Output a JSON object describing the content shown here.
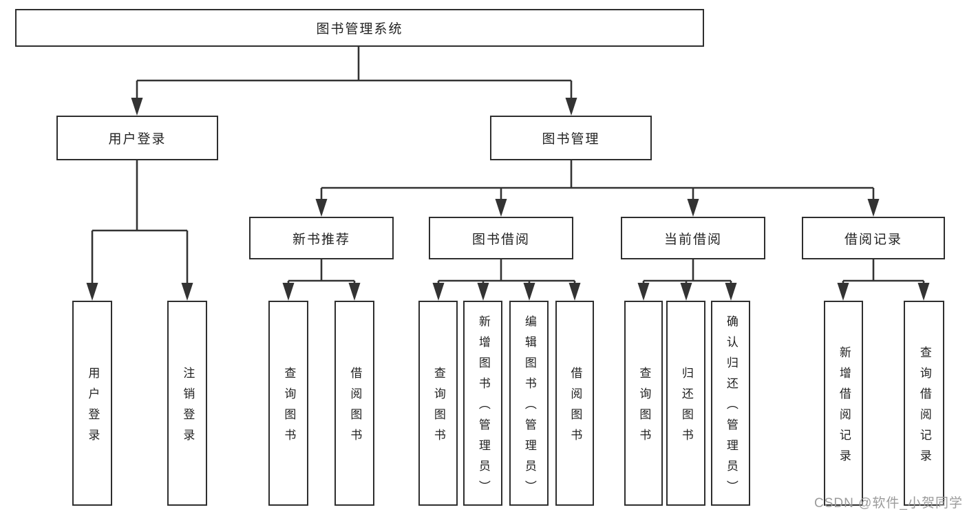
{
  "title": "图书管理系统",
  "watermark": "CSDN @软件_小贺同学",
  "colors": {
    "line": "#333333",
    "box_border": "#2e2e2e",
    "box_fill": "#ffffff",
    "text": "#222222",
    "watermark": "#9b9b9b",
    "background": "#ffffff"
  },
  "nodes": {
    "root": {
      "label": "图书管理系统"
    },
    "level2": [
      {
        "label": "用户登录"
      },
      {
        "label": "图书管理"
      }
    ],
    "level3": [
      {
        "label": "新书推荐",
        "parent": "图书管理"
      },
      {
        "label": "图书借阅",
        "parent": "图书管理"
      },
      {
        "label": "当前借阅",
        "parent": "图书管理"
      },
      {
        "label": "借阅记录",
        "parent": "图书管理"
      }
    ],
    "leaves": [
      {
        "label": "用户登录",
        "parent": "用户登录"
      },
      {
        "label": "注销登录",
        "parent": "用户登录"
      },
      {
        "label": "查询图书",
        "parent": "新书推荐"
      },
      {
        "label": "借阅图书",
        "parent": "新书推荐"
      },
      {
        "label": "查询图书",
        "parent": "图书借阅"
      },
      {
        "label": "新增图书（管理员）",
        "parent": "图书借阅"
      },
      {
        "label": "编辑图书（管理员）",
        "parent": "图书借阅"
      },
      {
        "label": "借阅图书",
        "parent": "图书借阅"
      },
      {
        "label": "查询图书",
        "parent": "当前借阅"
      },
      {
        "label": "归还图书",
        "parent": "当前借阅"
      },
      {
        "label": "确认归还（管理员）",
        "parent": "当前借阅"
      },
      {
        "label": "新增借阅记录",
        "parent": "借阅记录"
      },
      {
        "label": "查询借阅记录",
        "parent": "借阅记录"
      }
    ]
  }
}
